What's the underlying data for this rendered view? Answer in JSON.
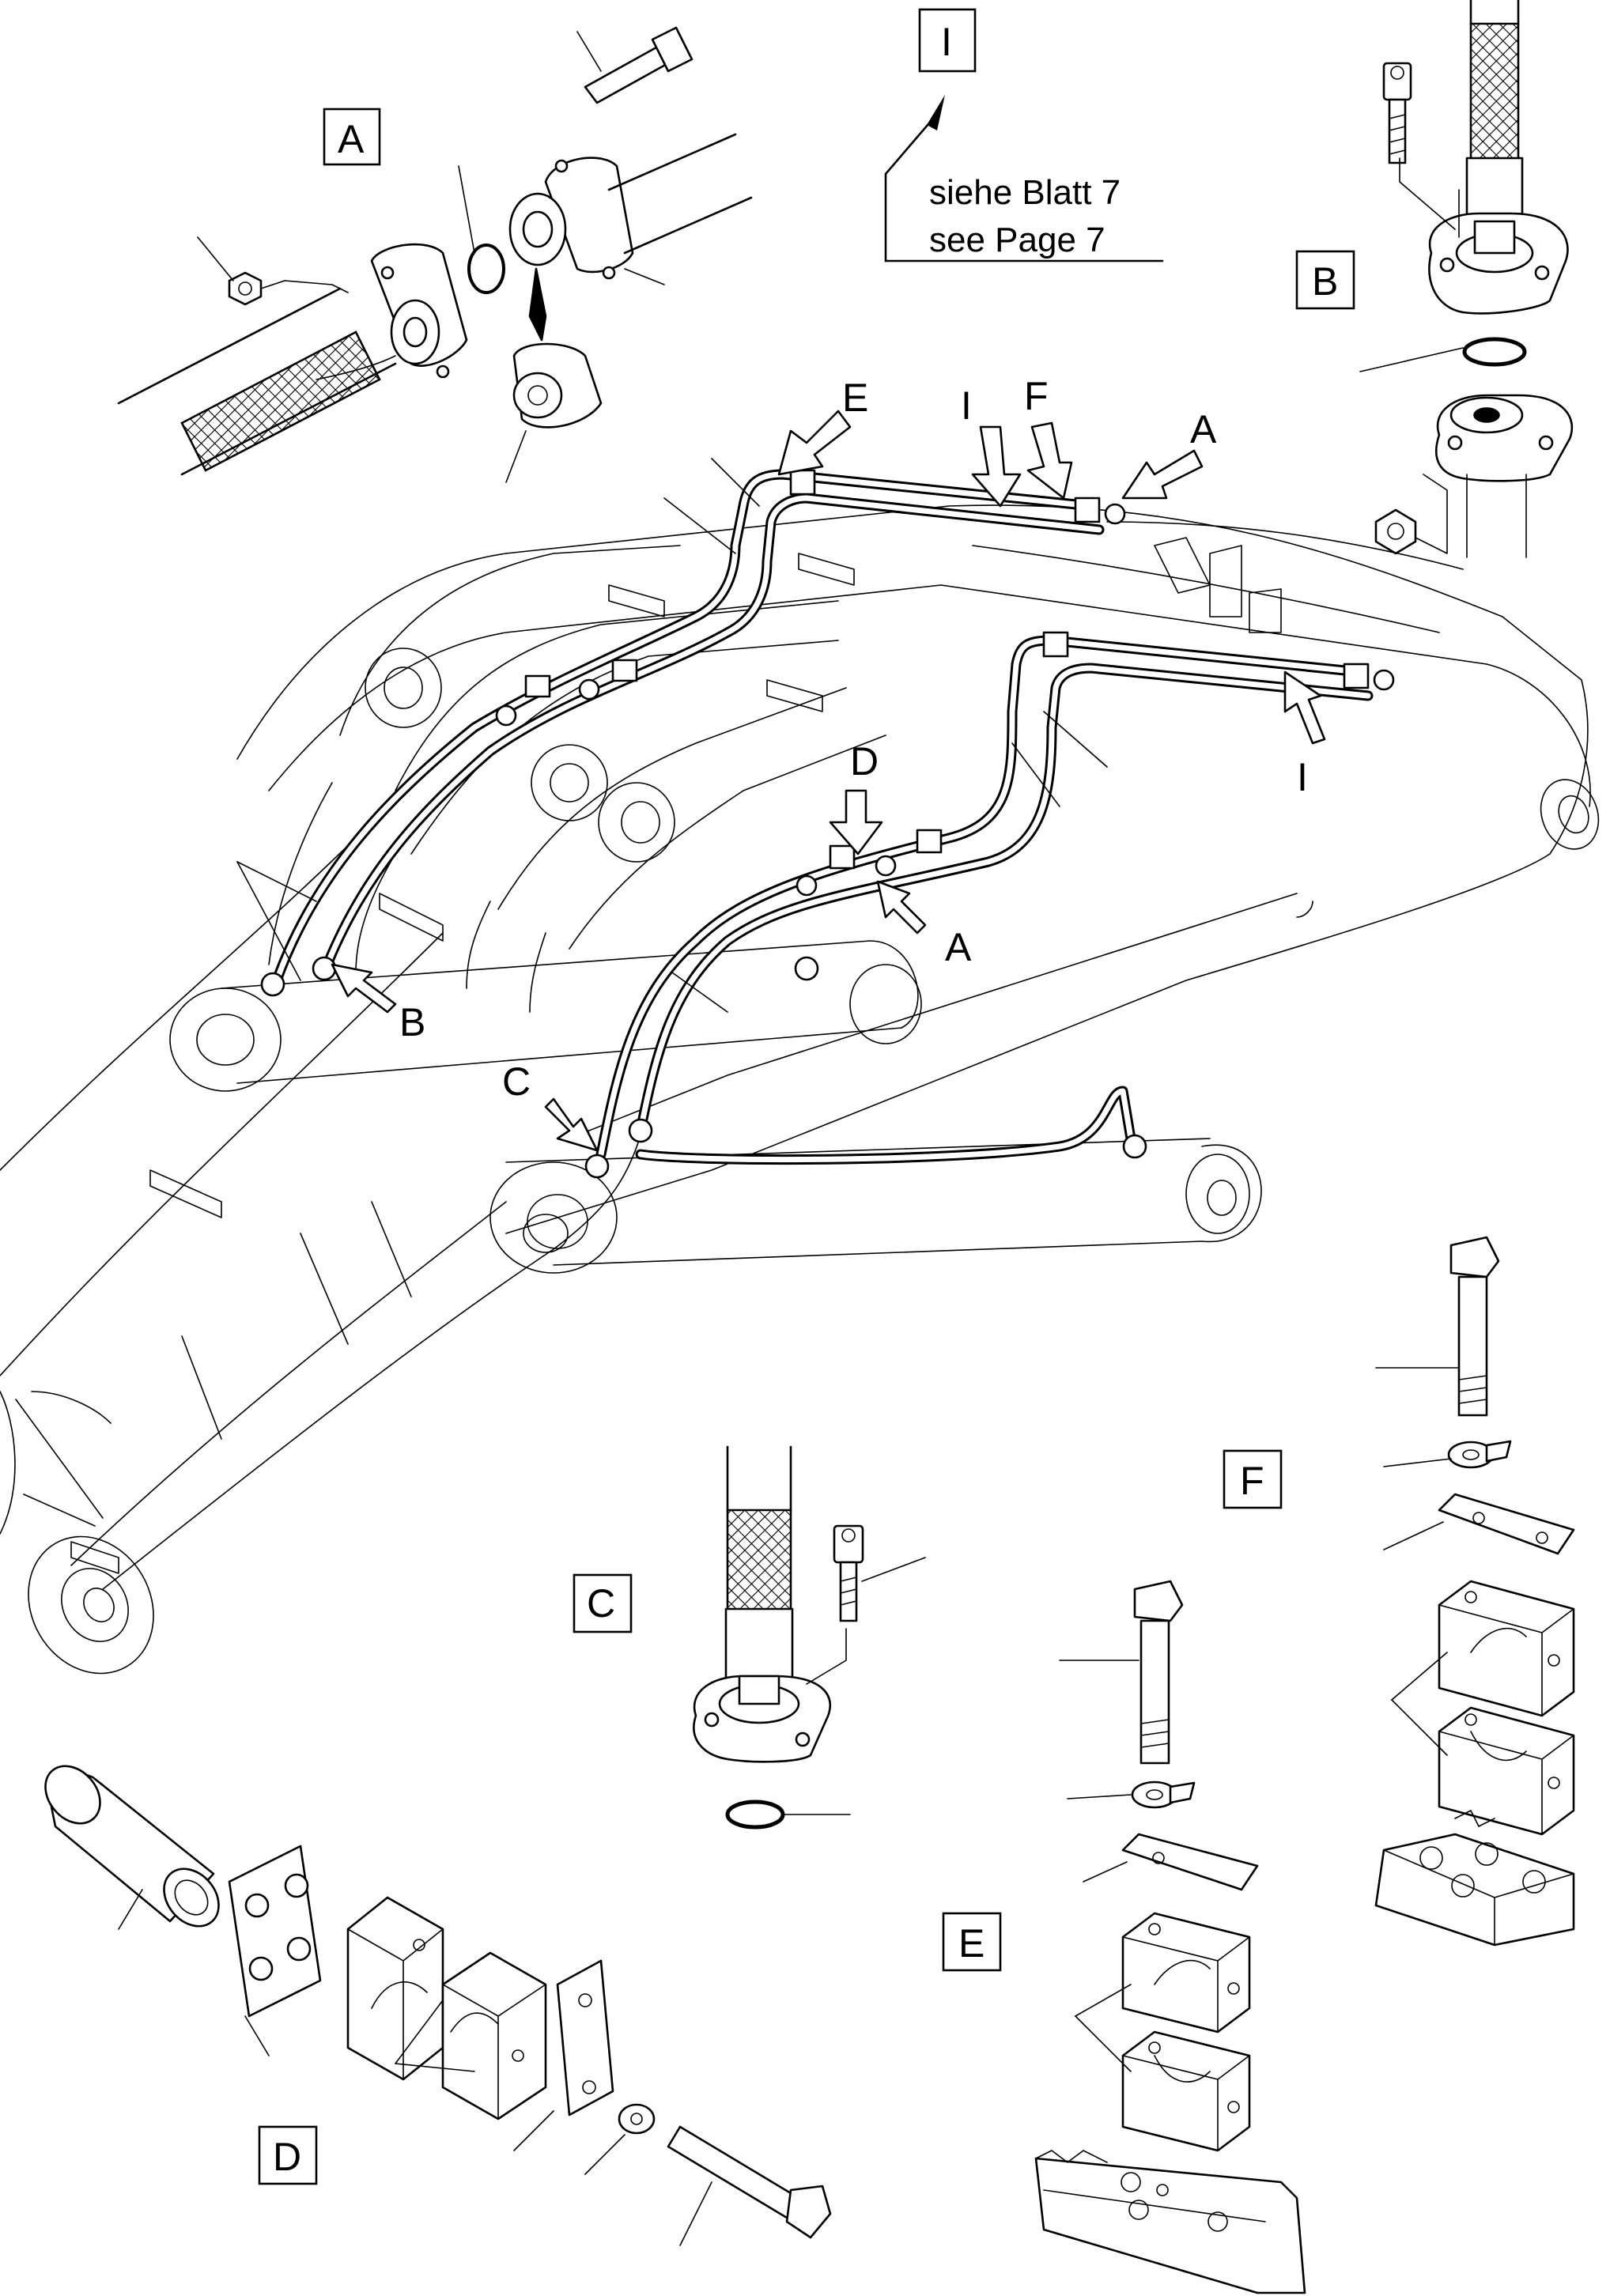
{
  "callouts": {
    "a1": "A",
    "a2": "A",
    "a3": "A",
    "b1": "B",
    "b2": "B",
    "c1": "C",
    "c2": "C",
    "d1": "D",
    "d2": "D",
    "e1": "E",
    "e2": "E",
    "f1": "F",
    "f2": "F",
    "i1": "I",
    "i2": "I",
    "i3": "I"
  },
  "reference_note": {
    "line1": "siehe Blatt  7",
    "line2": "see    Page 7"
  },
  "icons": {
    "hose": "braided-hose-icon",
    "flange": "flange-icon",
    "clamp": "pipe-clamp-icon",
    "bolt": "bolt-icon"
  }
}
